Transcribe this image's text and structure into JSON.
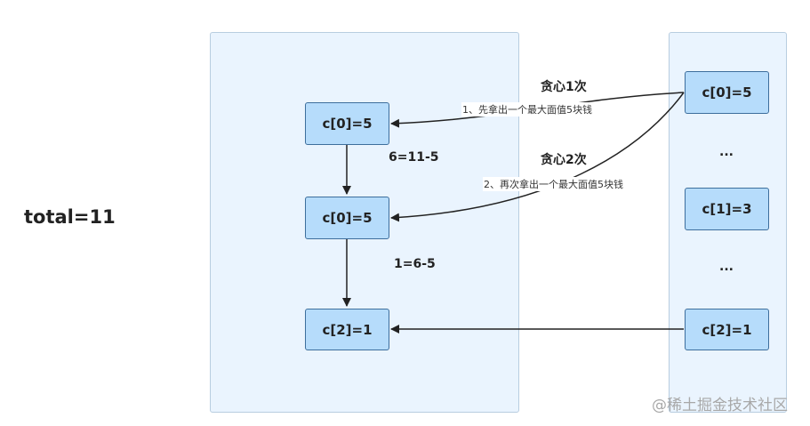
{
  "total_label": "total=11",
  "left_column": {
    "boxes": [
      "c[0]=5",
      "c[0]=5",
      "c[2]=1"
    ],
    "step_labels": [
      "6=11-5",
      "1=6-5"
    ]
  },
  "right_column": {
    "boxes": [
      "c[0]=5",
      "c[1]=3",
      "c[2]=1"
    ],
    "ellipses": [
      "...",
      "..."
    ]
  },
  "greedy_labels": [
    "贪心1次",
    "贪心2次"
  ],
  "arrow_notes": [
    "1、先拿出一个最大面值5块钱",
    "2、再次拿出一个最大面值5块钱"
  ],
  "watermark": "@稀土掘金技术社区"
}
